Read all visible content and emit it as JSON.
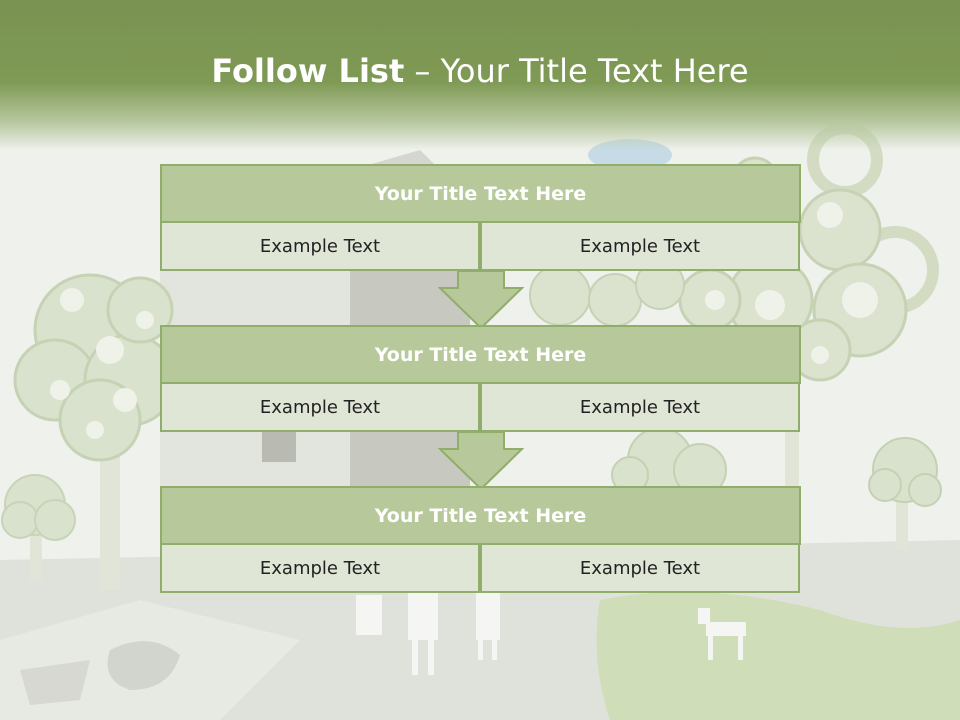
{
  "slide": {
    "title_bold": "Follow List",
    "title_rest": " – Your Title Text Here"
  },
  "blocks": [
    {
      "title": "Your Title Text Here",
      "left_text": "Example Text",
      "right_text": "Example Text"
    },
    {
      "title": "Your Title Text Here",
      "left_text": "Example Text",
      "right_text": "Example Text"
    },
    {
      "title": "Your Title Text Here",
      "left_text": "Example Text",
      "right_text": "Example Text"
    }
  ],
  "icons": {
    "arrow": "down-arrow-icon"
  },
  "colors": {
    "header_green": "#7a9252",
    "title_box": "#b7c99b",
    "border": "#91ad6a",
    "cell": "#dfe6d5",
    "arrow_fill": "#b7c99b"
  }
}
